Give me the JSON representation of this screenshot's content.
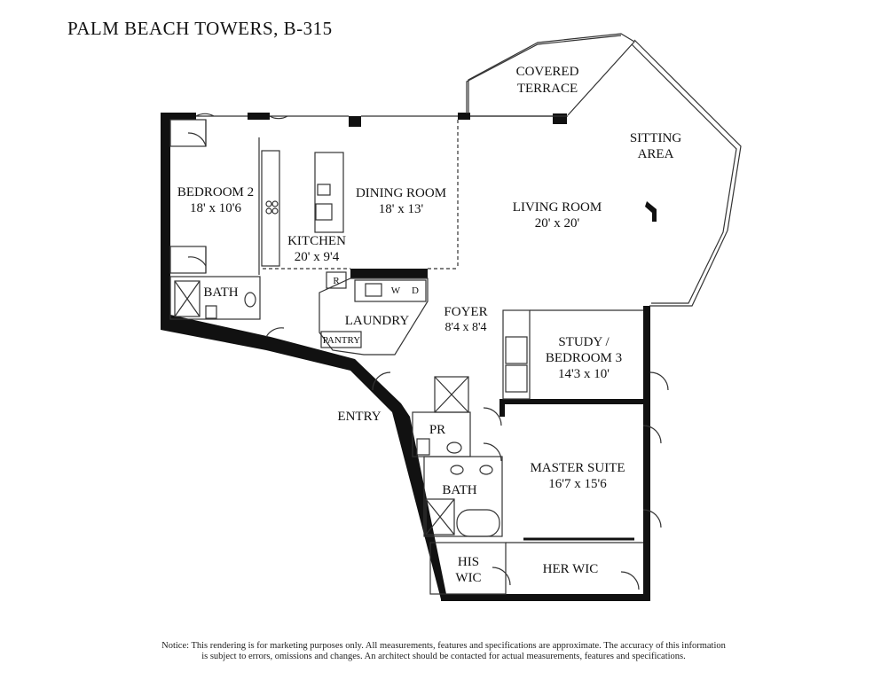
{
  "title": "PALM BEACH TOWERS,  B-315",
  "rooms": {
    "covered_terrace": [
      "COVERED",
      "TERRACE"
    ],
    "sitting_area": [
      "SITTING",
      "AREA"
    ],
    "bedroom2": [
      "BEDROOM 2",
      "18' x 10'6"
    ],
    "dining_room": [
      "DINING ROOM",
      "18' x 13'"
    ],
    "living_room": [
      "LIVING ROOM",
      "20' x 20'"
    ],
    "kitchen": [
      "KITCHEN",
      "20' x 9'4"
    ],
    "bath_left": "BATH",
    "laundry": "LAUNDRY",
    "pantry": "PANTRY",
    "foyer": [
      "FOYER",
      "8'4 x 8'4"
    ],
    "study": [
      "STUDY /",
      "BEDROOM 3",
      "14'3 x 10'"
    ],
    "entry": "ENTRY",
    "pr": "PR",
    "master_suite": [
      "MASTER SUITE",
      "16'7 x 15'6"
    ],
    "bath_master": "BATH",
    "his_wic": [
      "HIS",
      "WIC"
    ],
    "her_wic": "HER WIC"
  },
  "appliances": {
    "refrigerator": "R",
    "washer": "W",
    "dryer": "D"
  },
  "notice": [
    "Notice: This rendering is for marketing purposes only. All measurements, features and specifications are approximate. The accuracy of this information",
    "is subject to errors, omissions and changes. An architect should be contacted for actual measurements, features and specifications."
  ]
}
